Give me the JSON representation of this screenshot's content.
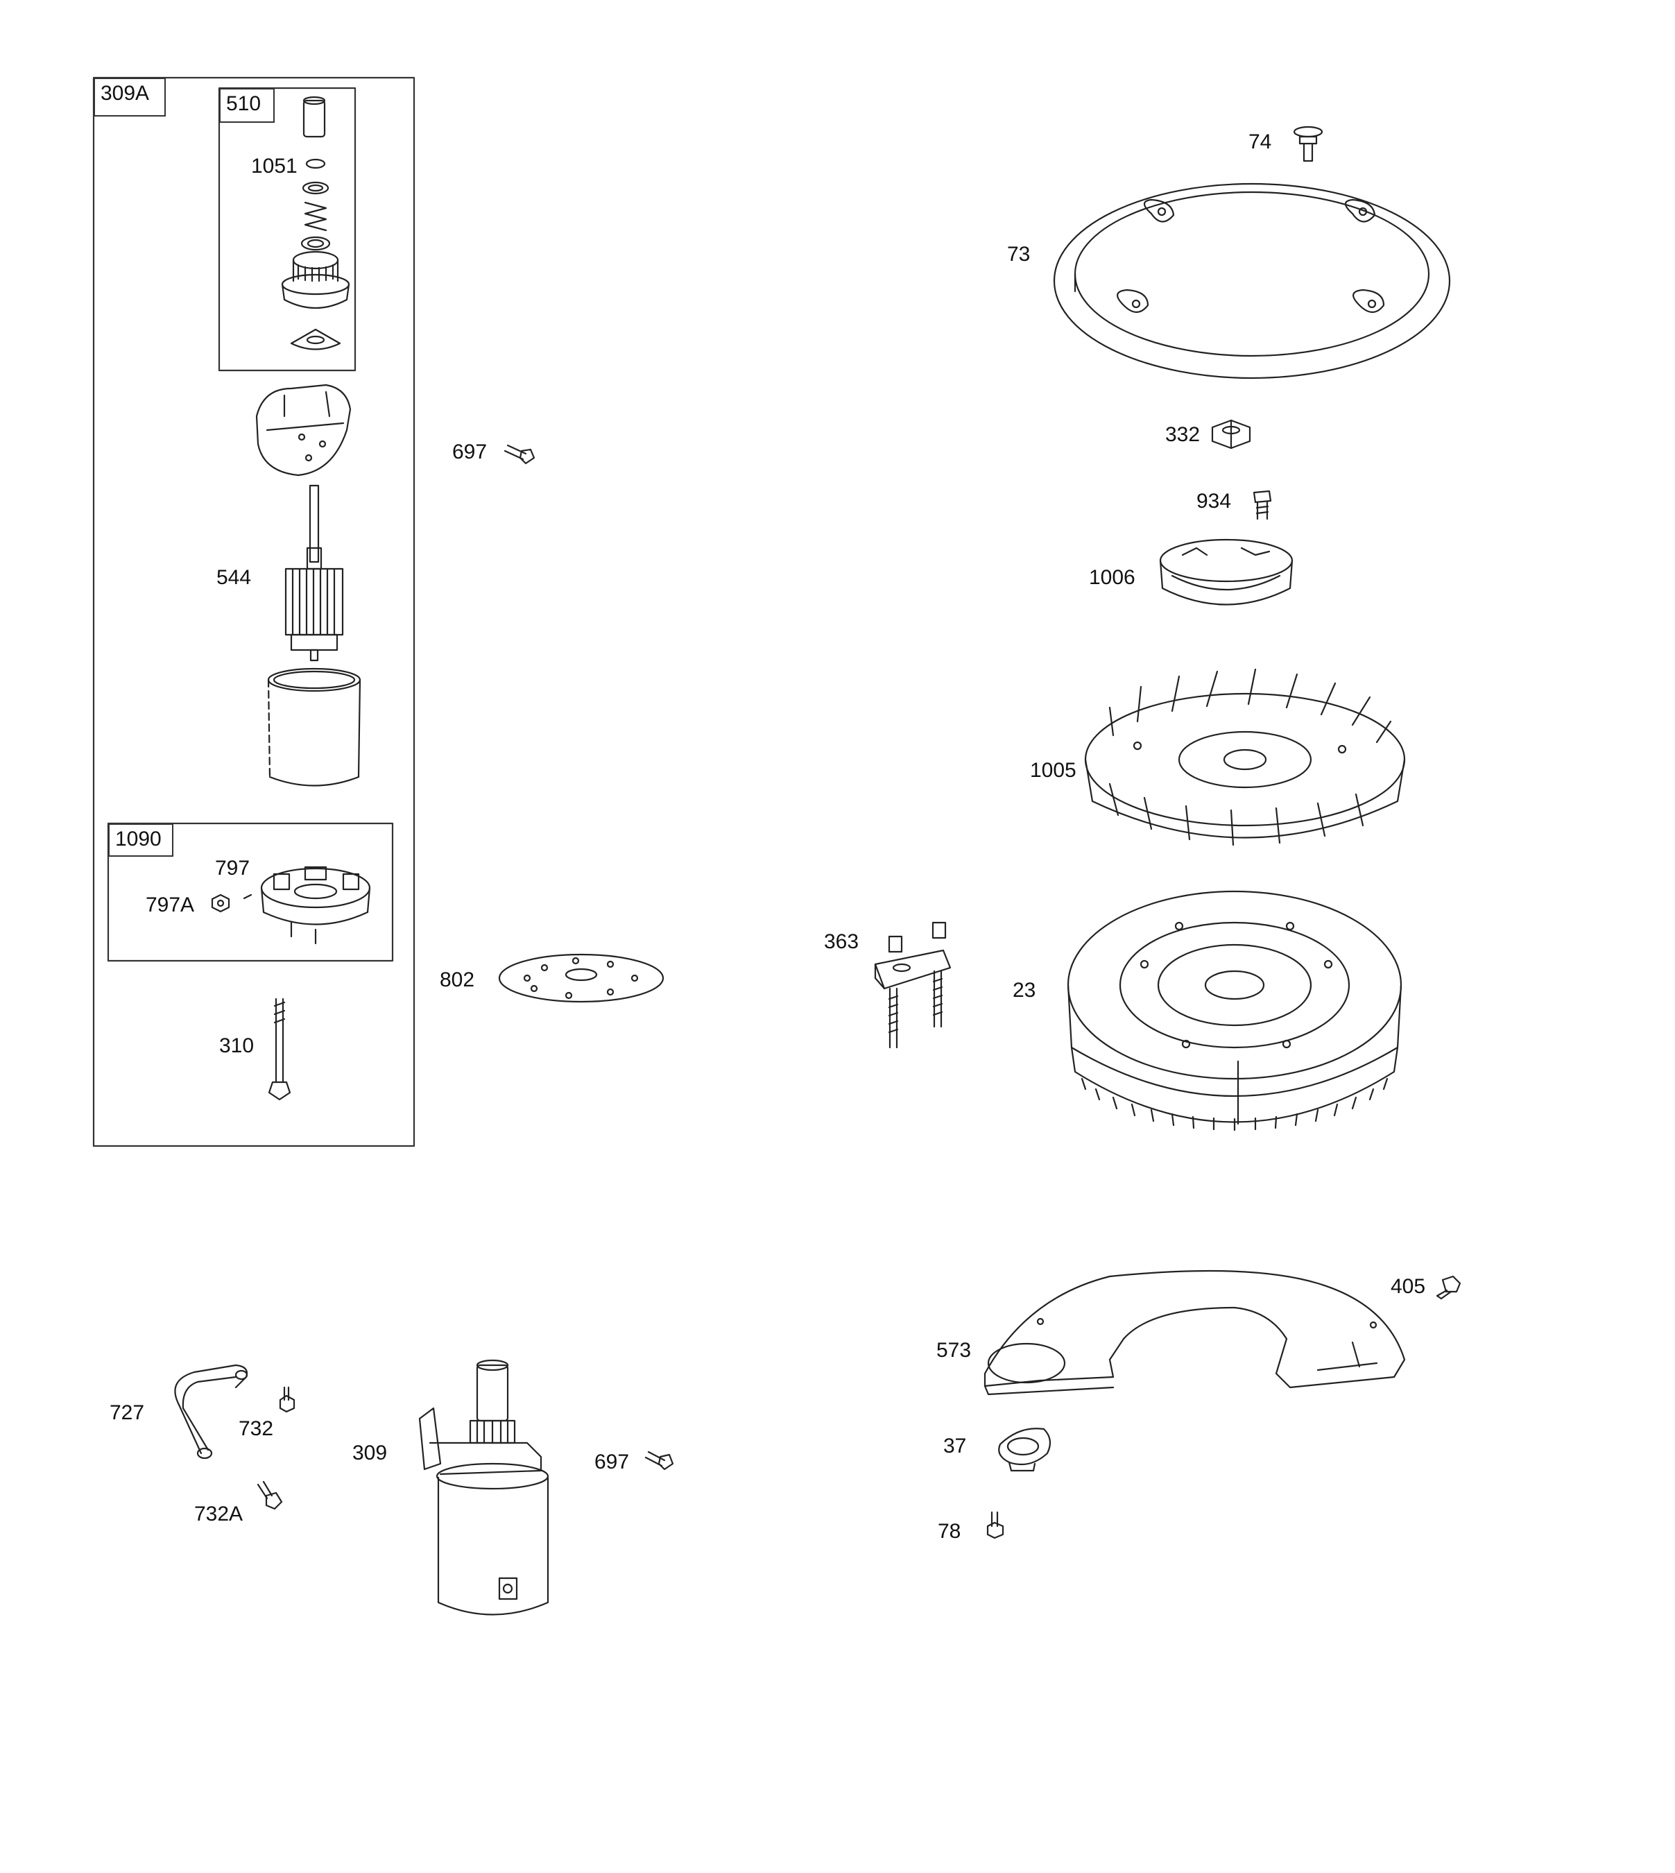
{
  "diagram": {
    "boxes": {
      "starter_assembly": "309A",
      "drive_kit": "510",
      "brush_kit": "1090"
    },
    "callouts": {
      "p1051": "1051",
      "p544": "544",
      "p797": "797",
      "p797A": "797A",
      "p310": "310",
      "p697a": "697",
      "p802": "802",
      "p74": "74",
      "p73": "73",
      "p332": "332",
      "p934": "934",
      "p1006": "1006",
      "p1005": "1005",
      "p363": "363",
      "p23": "23",
      "p405": "405",
      "p573": "573",
      "p37": "37",
      "p78": "78",
      "p727": "727",
      "p732": "732",
      "p732A": "732A",
      "p309": "309",
      "p697b": "697"
    },
    "line_color": "#222222"
  }
}
